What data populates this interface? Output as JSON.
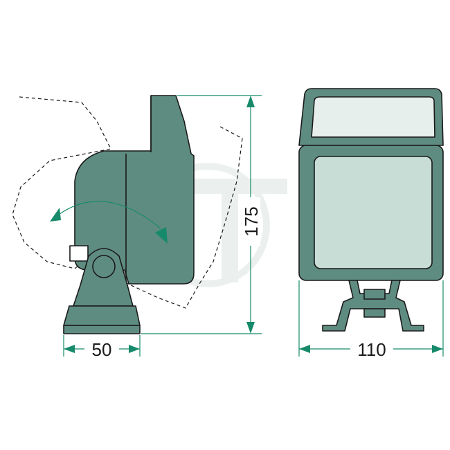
{
  "dimensions": {
    "height_label": "175",
    "base_width_label": "50",
    "front_width_label": "110"
  },
  "colors": {
    "body_fill": "#5f8c80",
    "lens_fill": "#c7ddd6",
    "top_lens_fill": "#e7efec",
    "dimension_line": "#168a6a",
    "outline": "#1a1a1a"
  }
}
